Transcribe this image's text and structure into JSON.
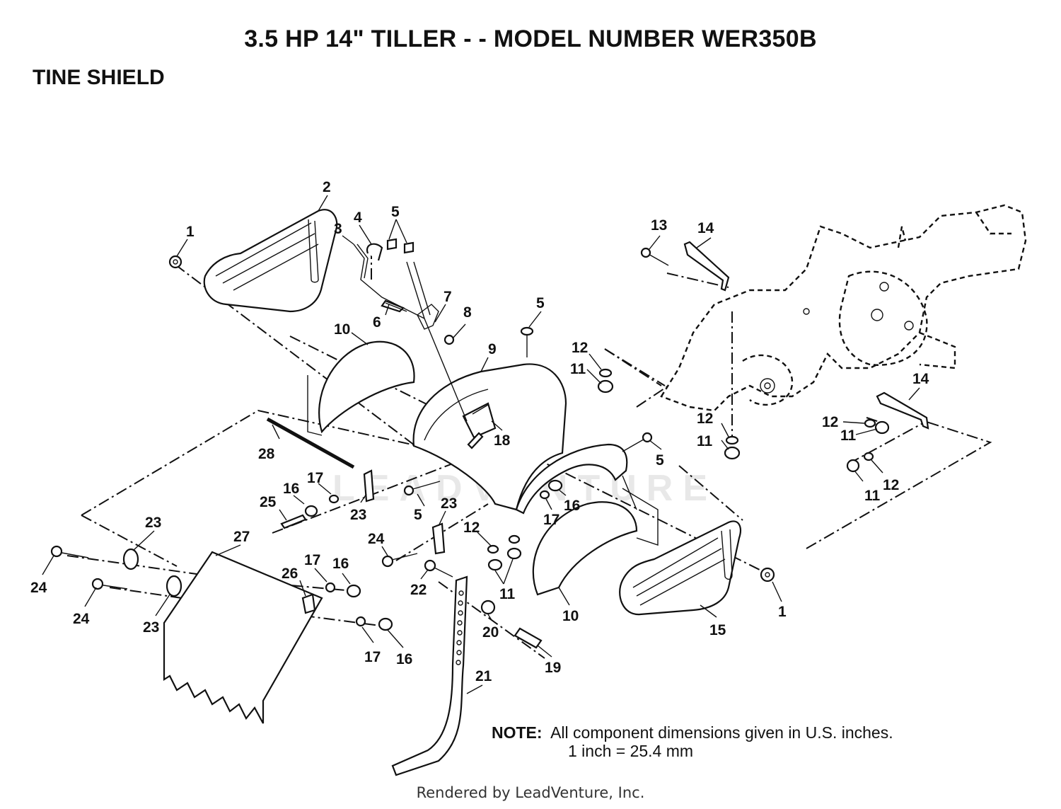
{
  "title": "3.5 HP 14\" TILLER - - MODEL NUMBER WER350B",
  "section": "TINE SHIELD",
  "note": {
    "label": "NOTE:",
    "line1": "All component dimensions given in U.S. inches.",
    "line2": "1 inch = 25.4 mm"
  },
  "footer": "Rendered by LeadVenture, Inc.",
  "watermark": "LEADVENTURE",
  "callouts": {
    "c1a": "1",
    "c1b": "1",
    "c2": "2",
    "c3": "3",
    "c4": "4",
    "c5a": "5",
    "c5b": "5",
    "c5c": "5",
    "c5d": "5",
    "c6": "6",
    "c7": "7",
    "c8": "8",
    "c9": "9",
    "c10a": "10",
    "c10b": "10",
    "c11a": "11",
    "c11b": "11",
    "c11c": "11",
    "c11d": "11",
    "c11e": "11",
    "c12a": "12",
    "c12b": "12",
    "c12c": "12",
    "c12d": "12",
    "c12e": "12",
    "c13": "13",
    "c14a": "14",
    "c14b": "14",
    "c15": "15",
    "c16a": "16",
    "c16b": "16",
    "c16c": "16",
    "c16d": "16",
    "c17a": "17",
    "c17b": "17",
    "c17c": "17",
    "c17d": "17",
    "c18": "18",
    "c19": "19",
    "c20": "20",
    "c21": "21",
    "c22": "22",
    "c23a": "23",
    "c23b": "23",
    "c23c": "23",
    "c23d": "23",
    "c24a": "24",
    "c24b": "24",
    "c24c": "24",
    "c25": "25",
    "c26": "26",
    "c27": "27",
    "c28": "28"
  }
}
